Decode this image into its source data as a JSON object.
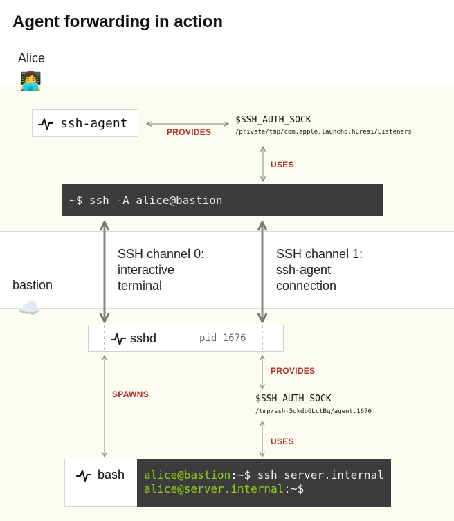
{
  "title": "Agent forwarding in action",
  "alice": {
    "label": "Alice",
    "emoji": "👩‍💻",
    "ssh_agent_label": "ssh-agent",
    "provides_label": "PROVIDES",
    "auth_sock_var": "$SSH_AUTH_SOCK",
    "auth_sock_path": "/private/tmp/com.apple.launchd.hLresi/Listeners",
    "uses_label": "USES",
    "command": "~$ ssh -A alice@bastion"
  },
  "channels": {
    "channel0": [
      "SSH channel 0:",
      "interactive",
      "terminal"
    ],
    "channel1": [
      "SSH channel 1:",
      "ssh-agent",
      "connection"
    ]
  },
  "bastion": {
    "label": "bastion",
    "emoji": "☁️",
    "sshd_label": "sshd",
    "pid_label": "pid 1676",
    "provides_label": "PROVIDES",
    "auth_sock_var": "$SSH_AUTH_SOCK",
    "auth_sock_path": "/tmp/ssh-5okdb6LctBq/agent.1676",
    "uses_label": "USES",
    "spawns_label": "SPAWNS",
    "bash_label": "bash",
    "terminal": {
      "line1_prompt_user": "alice@bastion",
      "line1_rest": ":~$ ssh server.internal",
      "line2_prompt_user": "alice@server.internal",
      "line2_rest": ":~$"
    }
  },
  "icons": {
    "process": "activity-pulse-icon",
    "alice": "technologist-woman-icon",
    "bastion": "cloud-icon"
  }
}
